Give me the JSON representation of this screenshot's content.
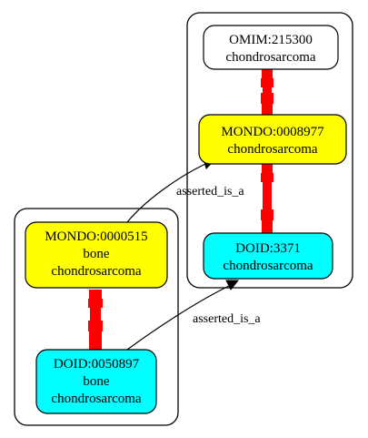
{
  "colors": {
    "background": "#ffffff",
    "mondo_fill": "#ffff00",
    "doid_fill": "#00ffff",
    "omim_fill": "#ffffff",
    "equivalence_edge": "#ff0000",
    "node_stroke": "#000000",
    "cluster_stroke": "#000000"
  },
  "clusters": [
    {
      "id": "cluster-right"
    },
    {
      "id": "cluster-left"
    }
  ],
  "nodes": [
    {
      "id": "omim-215300",
      "lines": [
        "OMIM:215300",
        "chondrosarcoma"
      ],
      "kind": "omim"
    },
    {
      "id": "mondo-0008977",
      "lines": [
        "MONDO:0008977",
        "chondrosarcoma"
      ],
      "kind": "mondo"
    },
    {
      "id": "doid-3371",
      "lines": [
        "DOID:3371",
        "chondrosarcoma"
      ],
      "kind": "doid"
    },
    {
      "id": "mondo-0000515",
      "lines": [
        "MONDO:0000515",
        "bone",
        "chondrosarcoma"
      ],
      "kind": "mondo"
    },
    {
      "id": "doid-0050897",
      "lines": [
        "DOID:0050897",
        "bone",
        "chondrosarcoma"
      ],
      "kind": "doid"
    }
  ],
  "edges": [
    {
      "id": "edge-1",
      "from": "mondo-0000515",
      "to": "mondo-0008977",
      "label": "asserted_is_a"
    },
    {
      "id": "edge-2",
      "from": "doid-0050897",
      "to": "doid-3371",
      "label": "asserted_is_a"
    }
  ],
  "equivalences": [
    {
      "from": "omim-215300",
      "to": "mondo-0008977"
    },
    {
      "from": "mondo-0008977",
      "to": "doid-3371"
    },
    {
      "from": "mondo-0000515",
      "to": "doid-0050897"
    }
  ]
}
